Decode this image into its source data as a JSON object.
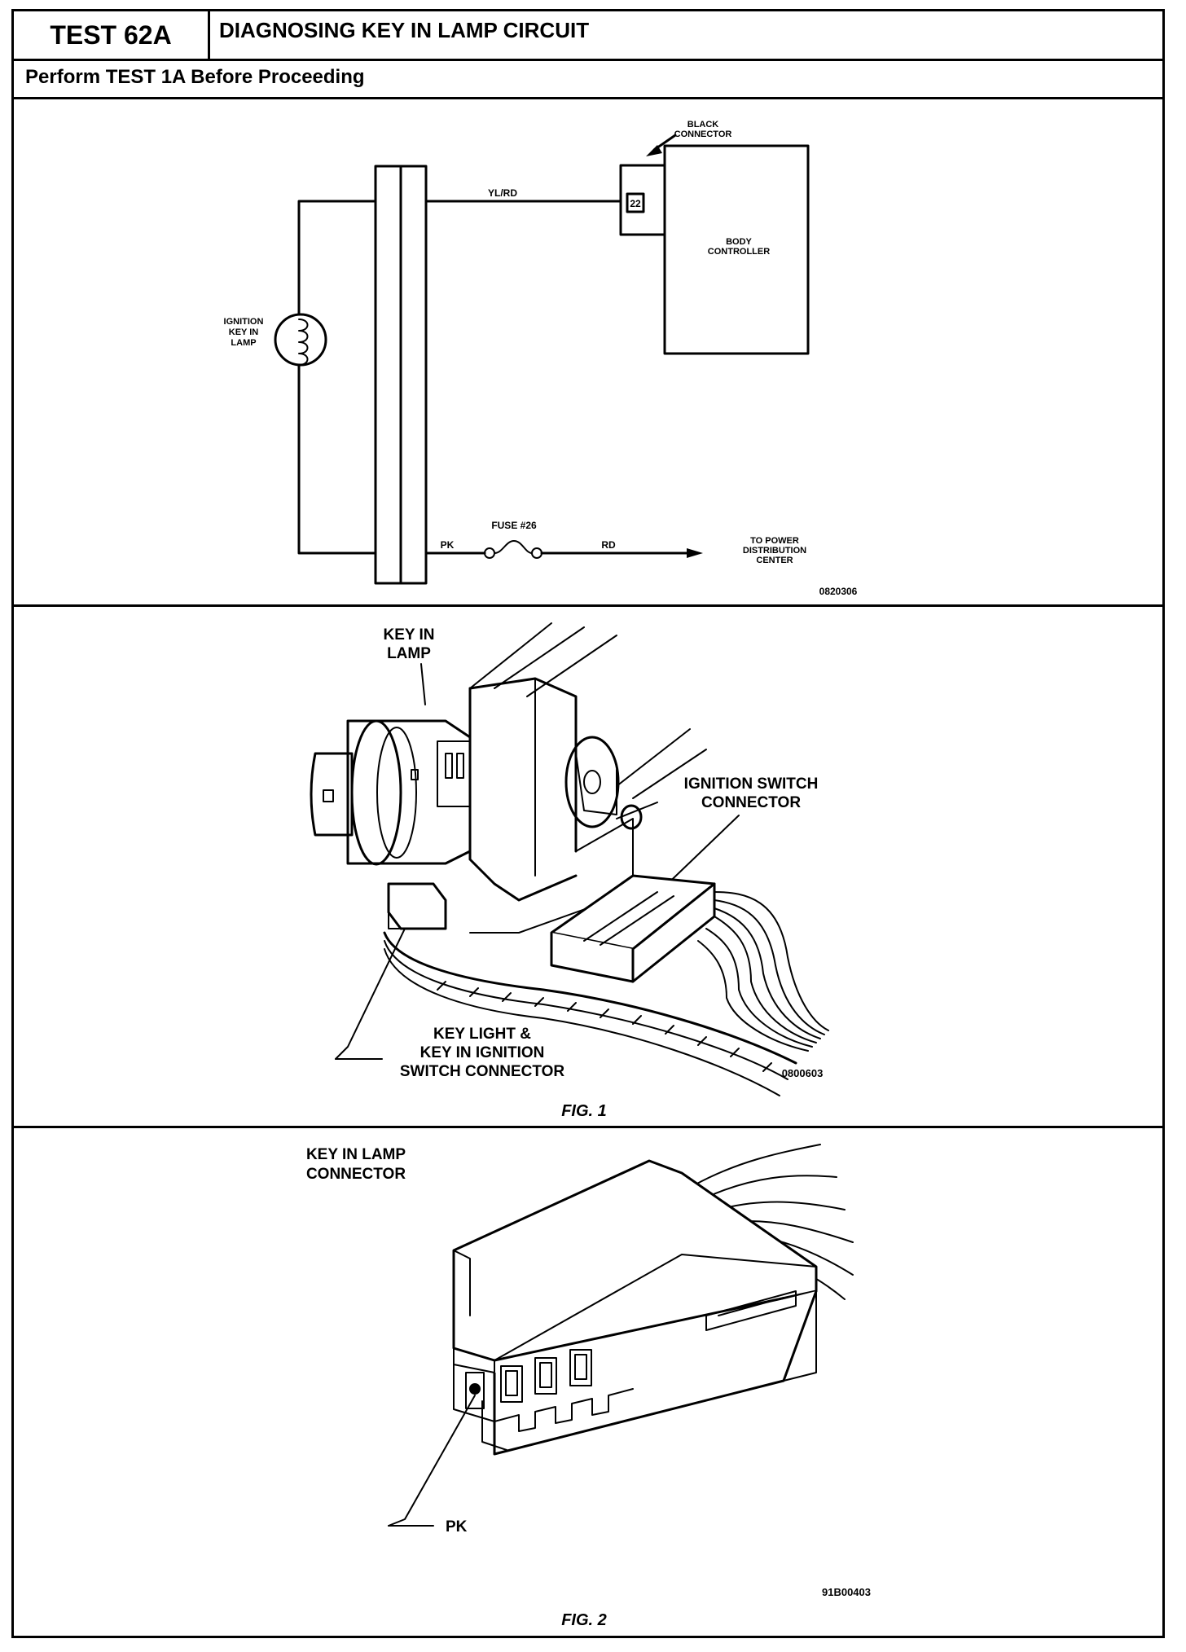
{
  "header": {
    "test_id": "TEST 62A",
    "title": "DIAGNOSING KEY IN LAMP CIRCUIT",
    "prerequisite": "Perform TEST 1A Before Proceeding"
  },
  "schematic": {
    "connector_label_line1": "BLACK",
    "connector_label_line2": "CONNECTOR",
    "pin_number": "22",
    "wire_top": "YL/RD",
    "wire_bottom_left": "PK",
    "wire_bottom_right": "RD",
    "fuse_label": "FUSE #26",
    "body_controller_line1": "BODY",
    "body_controller_line2": "CONTROLLER",
    "lamp_line1": "IGNITION",
    "lamp_line2": "KEY IN",
    "lamp_line3": "LAMP",
    "power_line1": "TO POWER",
    "power_line2": "DISTRIBUTION",
    "power_line3": "CENTER",
    "figure_code": "0820306"
  },
  "fig1": {
    "key_in_lamp_line1": "KEY IN",
    "key_in_lamp_line2": "LAMP",
    "ign_switch_line1": "IGNITION SWITCH",
    "ign_switch_line2": "CONNECTOR",
    "key_light_line1": "KEY LIGHT &",
    "key_light_line2": "KEY IN IGNITION",
    "key_light_line3": "SWITCH CONNECTOR",
    "figure_code": "0800603",
    "caption": "FIG. 1"
  },
  "fig2": {
    "connector_line1": "KEY IN LAMP",
    "connector_line2": "CONNECTOR",
    "pin_label": "PK",
    "figure_code": "91B00403",
    "caption": "FIG. 2"
  }
}
